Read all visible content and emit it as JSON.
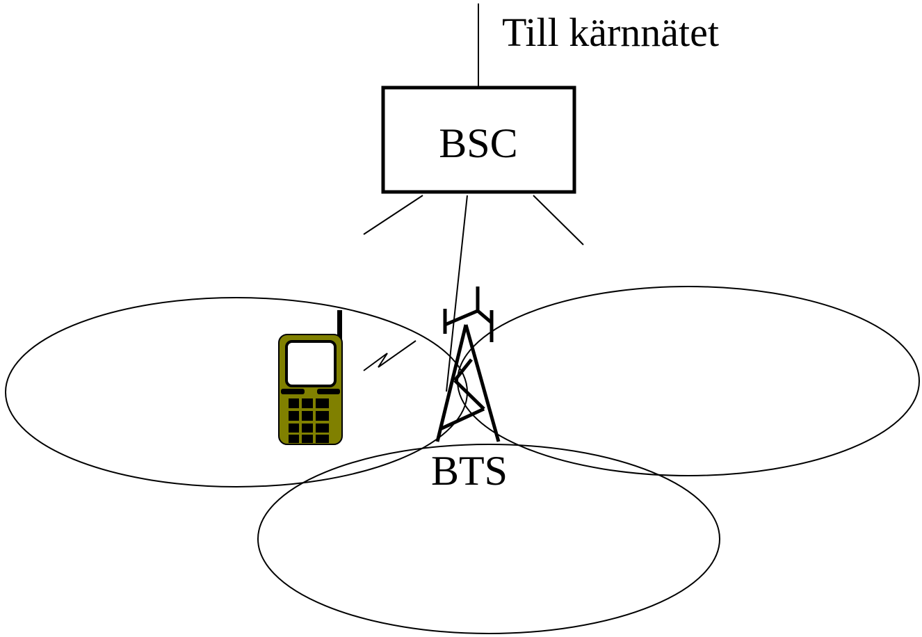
{
  "labels": {
    "core_network": "Till kärnnätet",
    "bsc": "BSC",
    "bts": "BTS"
  },
  "colors": {
    "line": "#000000",
    "background": "#ffffff",
    "phone_body": "#808000",
    "phone_screen": "#ffffff",
    "phone_keys": "#000000"
  },
  "icons": {
    "mobile_phone": "mobile-phone-icon",
    "radio_tower": "radio-tower-icon",
    "radio_link": "lightning-bolt-icon"
  }
}
